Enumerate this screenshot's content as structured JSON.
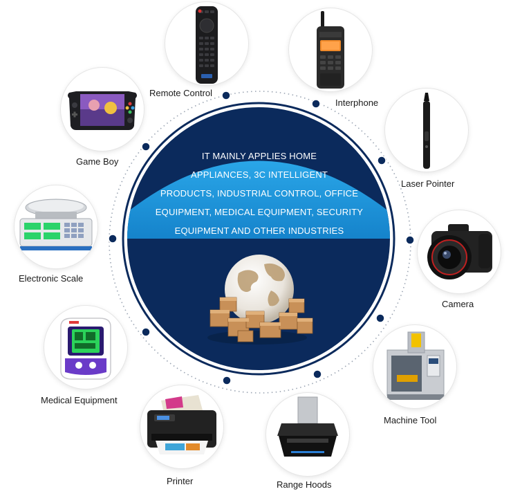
{
  "center": {
    "lines": [
      "IT MAINLY APPLIES HOME",
      "APPLIANCES, 3C INTELLIGENT",
      "PRODUCTS, INDUSTRIAL CONTROL, OFFICE",
      "EQUIPMENT, MEDICAL EQUIPMENT, SECURITY",
      "EQUIPMENT AND OTHER INDUSTRIES"
    ]
  },
  "applications": [
    {
      "label": "Remote Control",
      "icon": "remote-control-icon"
    },
    {
      "label": "Interphone",
      "icon": "walkie-talkie-icon"
    },
    {
      "label": "Laser Pointer",
      "icon": "laser-pointer-icon"
    },
    {
      "label": "Camera",
      "icon": "camera-icon"
    },
    {
      "label": "Machine Tool",
      "icon": "machine-tool-icon"
    },
    {
      "label": "Range Hoods",
      "icon": "range-hood-icon"
    },
    {
      "label": "Printer",
      "icon": "printer-icon"
    },
    {
      "label": "Medical Equipment",
      "icon": "blood-pressure-monitor-icon"
    },
    {
      "label": "Electronic Scale",
      "icon": "electronic-scale-icon"
    },
    {
      "label": "Game Boy",
      "icon": "handheld-console-icon"
    }
  ],
  "colors": {
    "navy": "#0b2a5c",
    "blue_band": "#1a8fd6",
    "dot": "#0b2a5c"
  }
}
